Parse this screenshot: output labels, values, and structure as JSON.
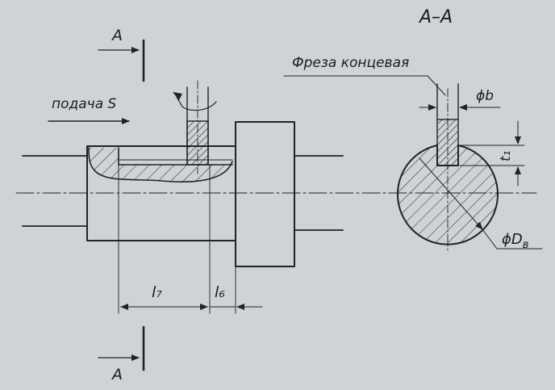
{
  "section_title": "A–A",
  "cut_label_top": "A",
  "cut_label_bottom": "A",
  "feed_label": "подача S",
  "tool_label": "Фреза концевая",
  "dim_b": "ϕb",
  "dim_l7": "l₇",
  "dim_l6": "l₆",
  "dim_t1": "t₁",
  "dim_D": "ϕD",
  "dim_D_sub": "в",
  "colors": {
    "paper": "#cfd2d6",
    "ink": "#222222"
  },
  "icons": [
    "arrow-icon",
    "rotation-arrow-icon"
  ]
}
